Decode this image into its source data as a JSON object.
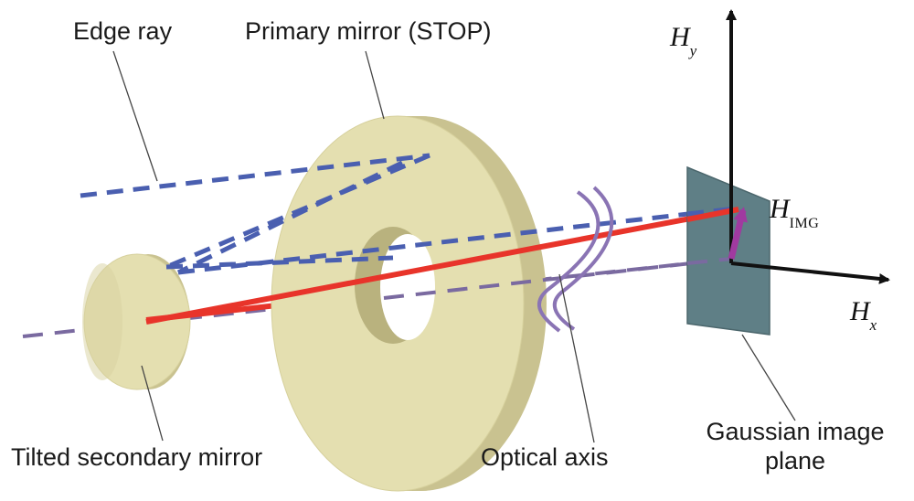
{
  "labels": {
    "edge_ray": "Edge ray",
    "primary_mirror": "Primary mirror (STOP)",
    "secondary_mirror": "Tilted secondary mirror",
    "optical_axis": "Optical axis",
    "image_plane_line1": "Gaussian image",
    "image_plane_line2": "plane"
  },
  "axes": {
    "hy_main": "H",
    "hy_sub": "y",
    "hx_main": "H",
    "hx_sub": "x",
    "himg_main": "H",
    "himg_sub": "IMG"
  },
  "colors": {
    "mirror_face": "#e4dfb0",
    "mirror_rim": "#c9c290",
    "mirror_inner": "#b9b27e",
    "edge_ray": "#4a5fb0",
    "chief_ray": "#e8342a",
    "optical_axis": "#7a6aa0",
    "image_plane": "#5f7f86",
    "himg_vector": "#a03aa0",
    "aberration_curve": "#8a74b4",
    "leader": "#444444",
    "axis_arrow": "#111111"
  }
}
